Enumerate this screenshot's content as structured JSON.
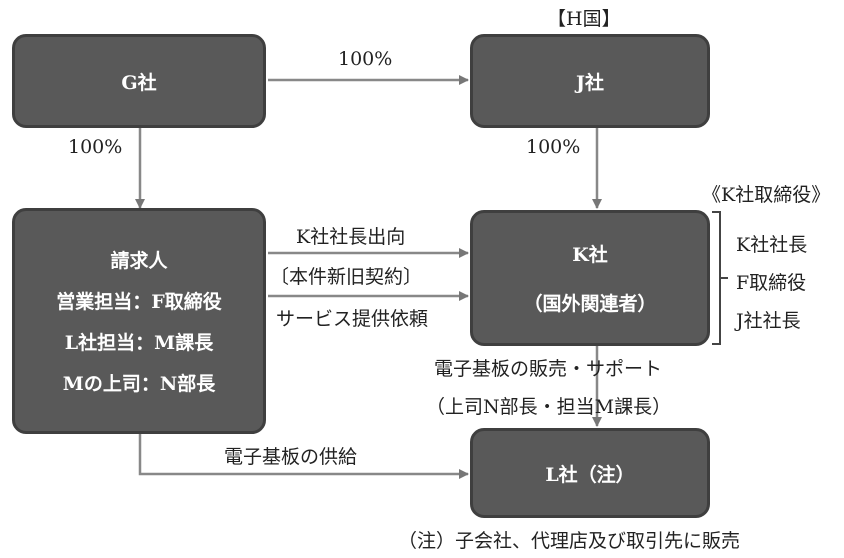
{
  "region_label": "【H国】",
  "boxes": {
    "g": {
      "name": "G社"
    },
    "j": {
      "name": "J社"
    },
    "claimant": {
      "lines": [
        "請求人",
        "営業担当：F取締役",
        "L社担当：M課長",
        "Mの上司：N部長"
      ]
    },
    "k": {
      "name": "K社",
      "sub": "（国外関連者）"
    },
    "l": {
      "name": "L社（注）"
    }
  },
  "edges": {
    "g_to_j": "100%",
    "g_to_claimant": "100%",
    "j_to_k": "100%",
    "claimant_to_k": [
      "K社社長出向",
      "〔本件新旧契約〕",
      "サービス提供依頼"
    ],
    "k_to_l": [
      "電子基板の販売・サポート",
      "（上司N部長・担当M課長）"
    ],
    "claimant_to_l": "電子基板の供給"
  },
  "k_directors": {
    "title": "《K社取締役》",
    "members": [
      "K社社長",
      "F取締役",
      "J社社長"
    ]
  },
  "footnote": "（注）子会社、代理店及び取引先に販売"
}
